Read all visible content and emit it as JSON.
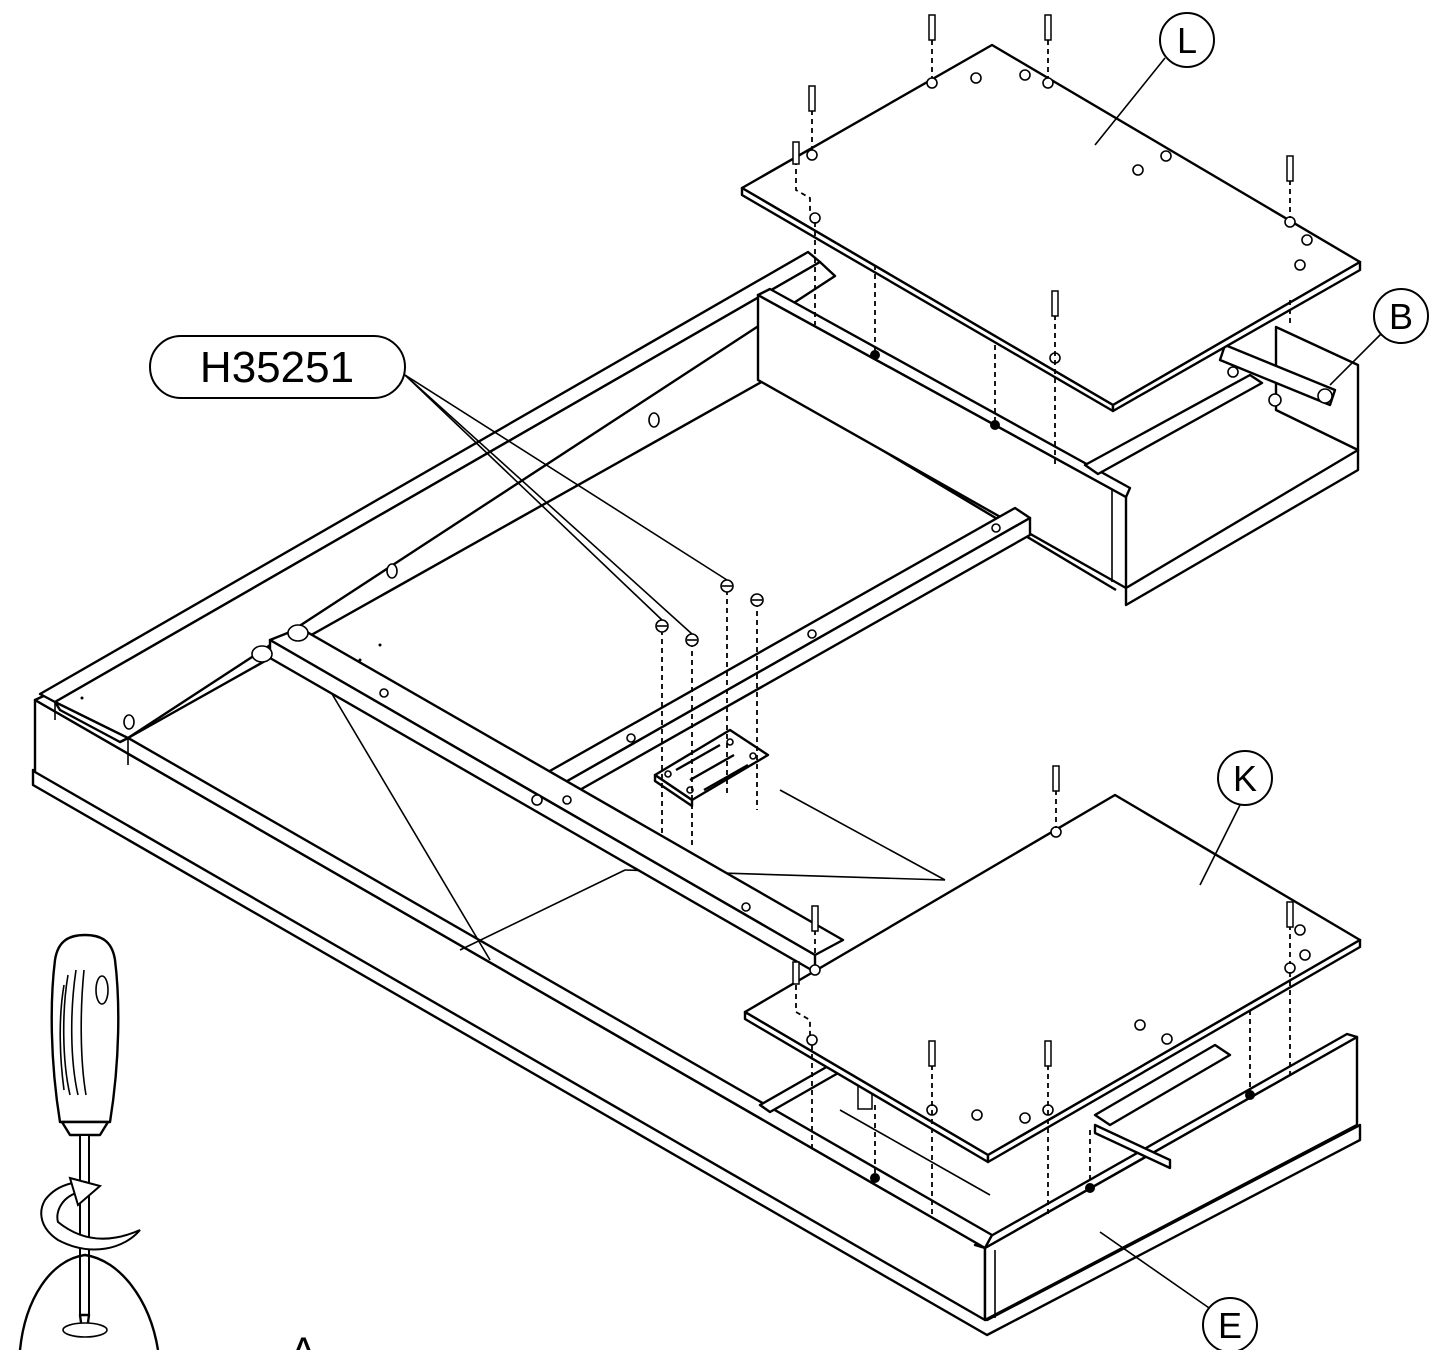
{
  "diagram": {
    "part_labels": {
      "L": "L",
      "B": "B",
      "K": "K",
      "E": "E"
    },
    "hardware_code": "H35251",
    "caption_fragment": "A"
  }
}
